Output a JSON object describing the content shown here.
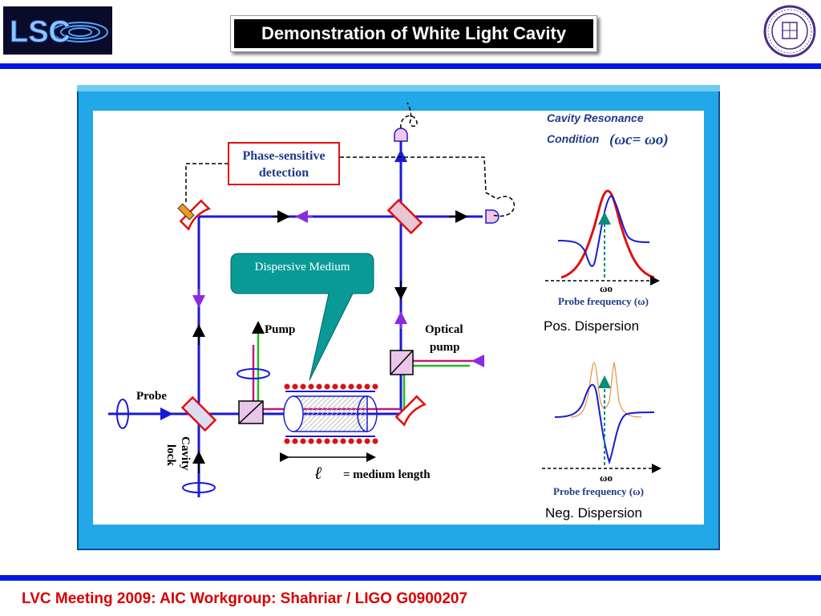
{
  "header": {
    "logo_text": "LSC",
    "title": "Demonstration of White Light Cavity"
  },
  "footer": {
    "text": "LVC  Meeting 2009:  AIC Workgroup:  Shahriar / LIGO G0900207"
  },
  "diagram": {
    "detection_box": [
      "Phase-sensitive",
      "detection"
    ],
    "dispersive_label": "Dispersive Medium",
    "pump_label": "Pump",
    "optical_pump_label": [
      "Optical",
      "pump"
    ],
    "probe_label": "Probe",
    "cavity_lock_label": [
      "Cavity",
      "lock"
    ],
    "length_symbol": "ℓ",
    "length_label": "= medium length",
    "resonance_title": "Cavity Resonance",
    "resonance_condition": "Condition",
    "resonance_eq": "(ωc= ωo)",
    "omega_o": "ωo",
    "probe_freq": "Probe frequency (ω)",
    "pos_dispersion": "Pos. Dispersion",
    "neg_dispersion": "Neg. Dispersion"
  },
  "colors": {
    "rule_blue": "#0018e6",
    "frame_blue": "#22a7e8",
    "beam_blue": "#1a1ad6",
    "beam_purple": "#8a2be2",
    "pump_green": "#1fbf1f",
    "pump_magenta": "#c2187a",
    "mirror_red": "#e01010",
    "label_navy": "#1f3a8a",
    "footer_red": "#d90000"
  }
}
